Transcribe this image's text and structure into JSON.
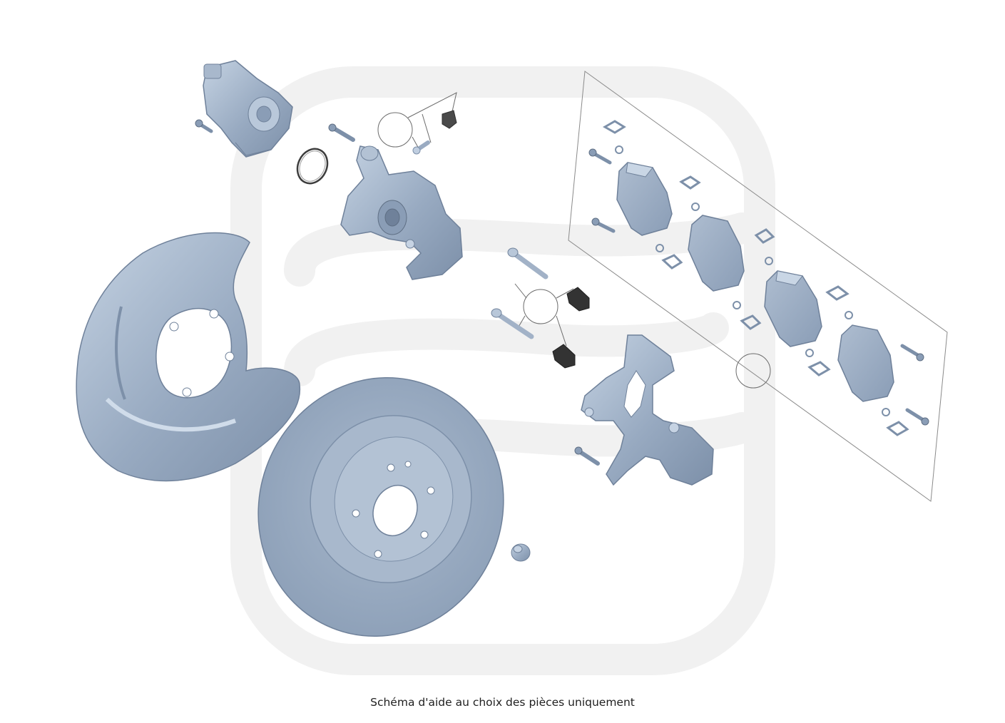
{
  "caption": "Schéma d'aide au choix des pièces uniquement",
  "parts": [
    {
      "name": "electric-parking-brake-motor"
    },
    {
      "name": "motor-mounting-screw"
    },
    {
      "name": "o-ring-seal"
    },
    {
      "name": "caliper-bolt"
    },
    {
      "name": "brake-caliper"
    },
    {
      "name": "bleeder-valve"
    },
    {
      "name": "bleeder-cap"
    },
    {
      "name": "guide-pin-upper"
    },
    {
      "name": "guide-pin-lower"
    },
    {
      "name": "guide-pin-boot-upper"
    },
    {
      "name": "guide-pin-boot-lower"
    },
    {
      "name": "caliper-bracket"
    },
    {
      "name": "bracket-bolt"
    },
    {
      "name": "brake-dust-shield"
    },
    {
      "name": "brake-disc"
    },
    {
      "name": "disc-retaining-screw"
    },
    {
      "name": "brake-pad-set"
    }
  ],
  "colors": {
    "part_fill": "#97a9c0",
    "part_stroke": "#5f6f84",
    "part_light": "#c3d1e1",
    "part_dark": "#6f819a",
    "watermark": "#f1f1f1",
    "line": "#6b6b6b"
  }
}
